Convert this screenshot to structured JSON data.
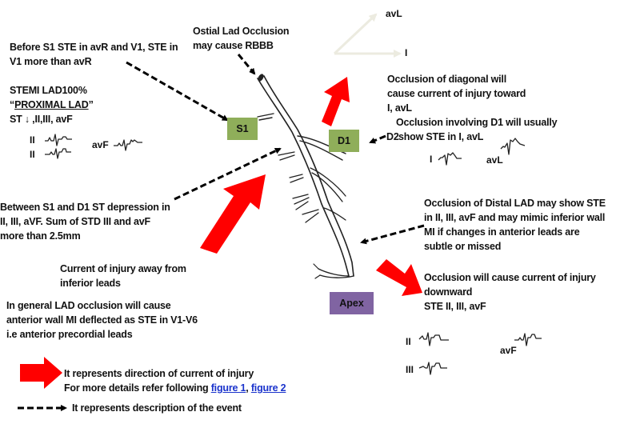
{
  "annotations": {
    "ostial": [
      "Ostial Lad Occlusion",
      "may cause RBBB"
    ],
    "before_s1": [
      "Before S1 STE in avR and V1, STE in",
      "V1 more than avR"
    ],
    "stemi": {
      "line1": "STEMI LAD100%",
      "line2_prefix": "“",
      "line2_underlined": "PROXIMAL LAD",
      "line2_suffix": "”",
      "line3": "ST ↓ ,II,III, avF"
    },
    "between_s1_d1": [
      "Between S1 and  D1 ST depression in",
      "II, III, aVF. Sum of STD III and avF",
      "more than 2.5mm"
    ],
    "current_away": [
      "Current of injury away from",
      "inferior leads"
    ],
    "general": [
      "In general LAD occlusion will cause",
      "anterior wall MI deflected as STE in V1-V6",
      "i.e anterior  precordial leads"
    ],
    "diagonal": [
      "Occlusion of diagonal will",
      "cause current of injury toward",
      "I, avL"
    ],
    "d1_involving": [
      "Occlusion involving D1 will  usually",
      "show STE in I, avL"
    ],
    "d2_label": "D2",
    "distal": [
      "Occlusion of Distal LAD  may show STE",
      "in II, III, avF and may mimic inferior wall",
      "MI if changes in anterior leads are",
      "subtle or missed"
    ],
    "downward": [
      "Occlusion will cause current of injury",
      "downward",
      "STE II, III, avF"
    ]
  },
  "boxes": {
    "s1": "S1",
    "d1": "D1",
    "apex": "Apex"
  },
  "colors": {
    "box_green": "#8fae5a",
    "box_purple": "#8064a2",
    "arrow_red": "#ff0000",
    "vector_beige": "#ecebe0",
    "link_blue": "#1a33cc"
  },
  "lead_vectors": {
    "avl": "avL",
    "i": "I"
  },
  "ecg_labels": {
    "left_ii_1": "II",
    "left_ii_2": "II",
    "left_avf": "avF",
    "d1_i": "I",
    "d1_avl": "avL",
    "bottom_ii": "II",
    "bottom_iii": "III",
    "bottom_avf": "avF"
  },
  "legend": {
    "red_arrow_line1": "It represents direction of current of injury",
    "red_arrow_line2_prefix": "For more details refer following ",
    "link1": "figure 1",
    "separator": ", ",
    "link2": "figure 2",
    "dashed_arrow": "It represents description of the event"
  }
}
